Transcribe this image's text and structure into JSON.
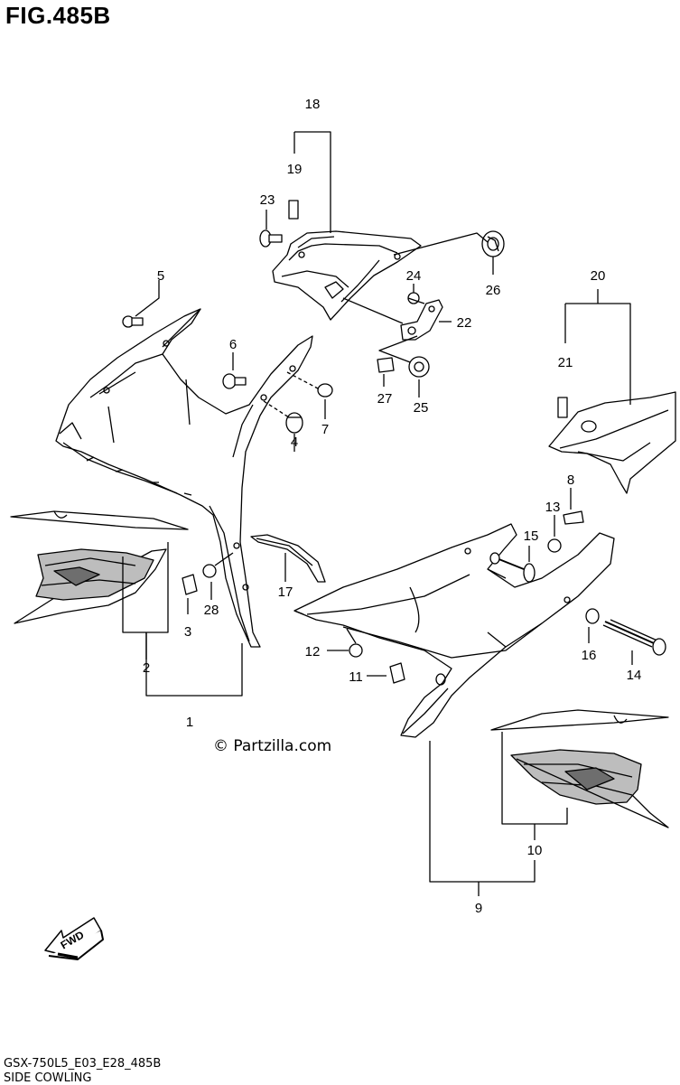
{
  "figure": {
    "title": "FIG.485B",
    "model_code": "GSX-750L5_E03_E28_485B",
    "section_name": "SIDE COWLING",
    "watermark": "© Partzilla.com",
    "direction_label": "FWD"
  },
  "callouts": [
    "1",
    "2",
    "3",
    "4",
    "5",
    "6",
    "7",
    "8",
    "9",
    "10",
    "11",
    "12",
    "13",
    "14",
    "15",
    "16",
    "17",
    "18",
    "19",
    "20",
    "21",
    "22",
    "23",
    "24",
    "25",
    "26",
    "27",
    "28"
  ]
}
